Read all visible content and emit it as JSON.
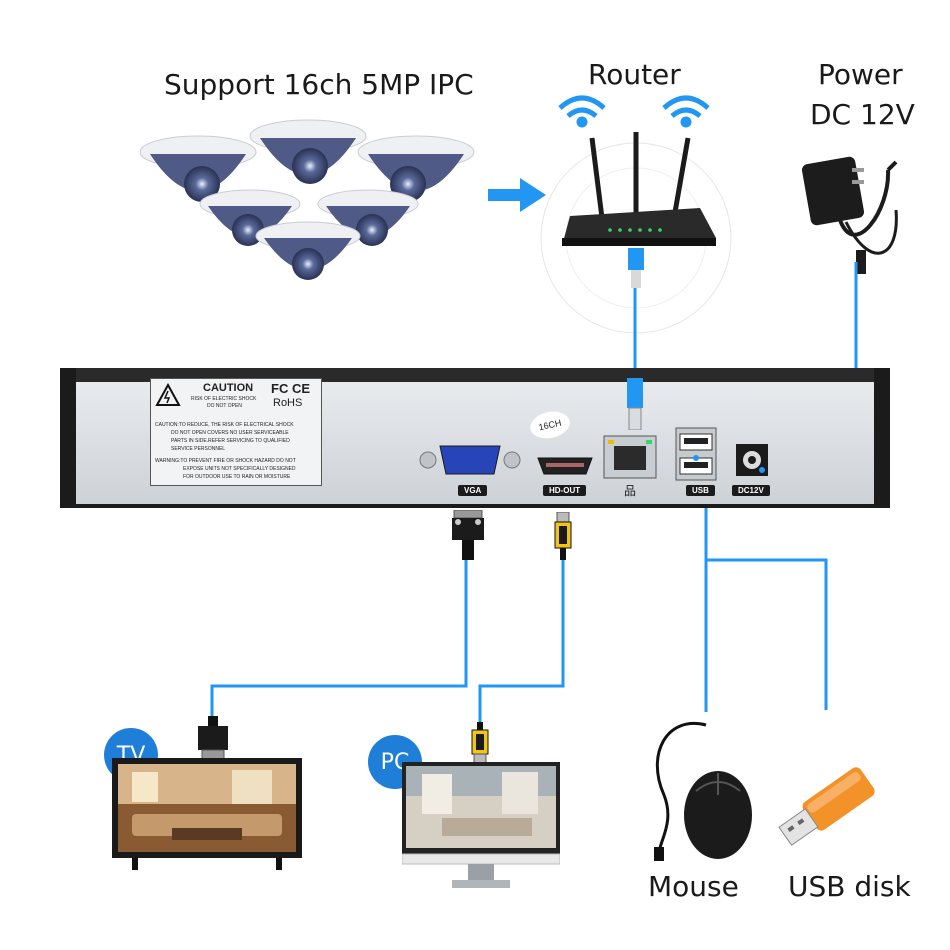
{
  "headline": "Support 16ch 5MP IPC",
  "router": {
    "label": "Router"
  },
  "power": {
    "line1": "Power",
    "line2": "DC 12V"
  },
  "nvr": {
    "caution_title": "CAUTION",
    "caution_sub1": "RISK OF ELECTRIC SHOCK",
    "caution_sub2": "DO NOT OPEN",
    "cert1": "FC CE",
    "cert2": "RoHS",
    "warning_lines": [
      "CAUTION:TO REDUCE, THE RISK OF ELECTRICAL SHOCK",
      "DO NOT OPEN COVERS NO USER SERVICEABLE",
      "PARTS IN SIDE.REFER SERVICING TO QUALIFIED",
      "SERVICE PERSONNEL",
      "WARNING:TO PREVENT FIRE OR SHOCK HAZARD DO NOT",
      "EXPOSE UNITS NOT SPECIFICALLY DESIGNED",
      "FOR OUTDOOR USE TO RAIN OR MOISTURE"
    ],
    "channel_badge": "16CH",
    "ports": {
      "vga": "VGA",
      "hdout": "HD-OUT",
      "usb": "USB",
      "dc": "DC12V",
      "lan_symbol": "品"
    }
  },
  "devices": {
    "tv_badge": "TV",
    "pc_badge": "PC",
    "mouse": "Mouse",
    "usb_disk": "USB disk"
  },
  "colors": {
    "line_blue": "#2196f3",
    "badge_blue": "#1f7fd8",
    "nvr_dark": "#1e1e1e",
    "usb_orange": "#f4922a"
  }
}
